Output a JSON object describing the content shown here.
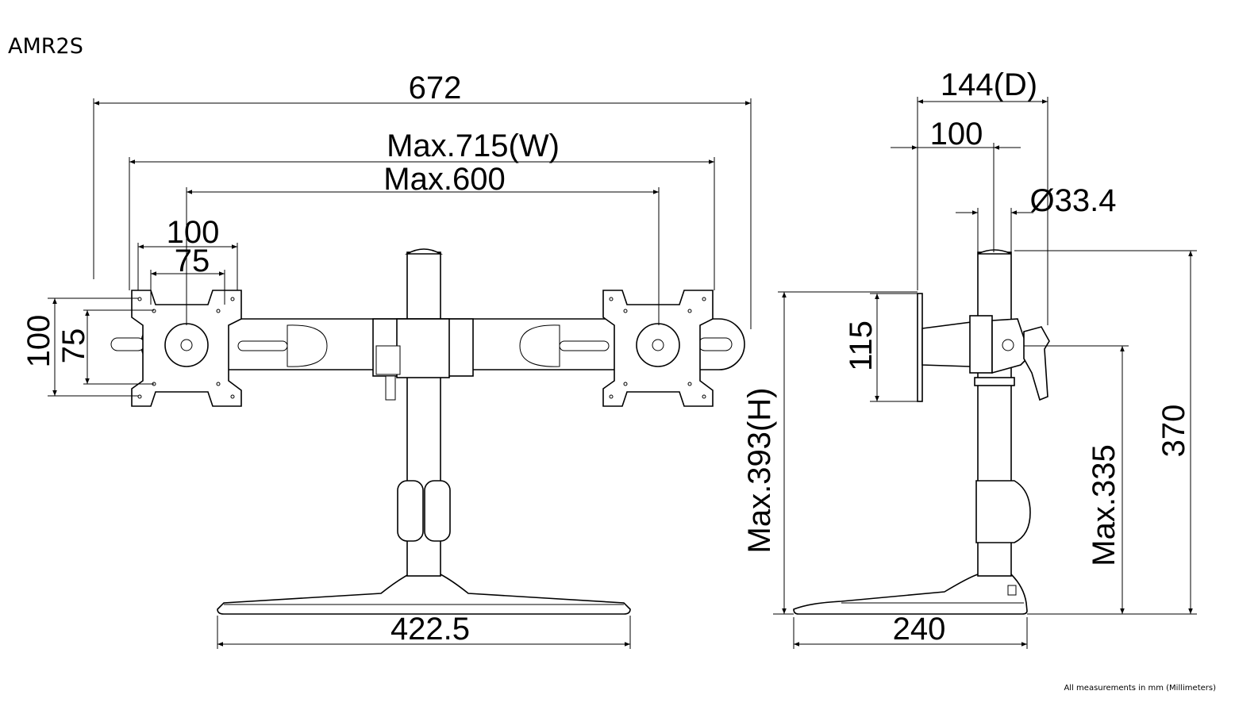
{
  "title": "AMR2S",
  "footer_note": "All measurements in mm (Millimeters)",
  "front_view": {
    "overall_width": "672",
    "max_width": "Max.715(W)",
    "max_spacing": "Max.600",
    "vesa_width_large": "100",
    "vesa_width_small": "75",
    "vesa_height_large": "100",
    "vesa_height_small": "75",
    "base_width": "422.5",
    "max_height": "Max.393(H)"
  },
  "side_view": {
    "depth": "144(D)",
    "vesa_offset": "100",
    "pole_diameter": "Ø33.4",
    "plate_height": "115",
    "max_mount_height": "Max.335",
    "pole_height": "370",
    "base_depth": "240"
  }
}
